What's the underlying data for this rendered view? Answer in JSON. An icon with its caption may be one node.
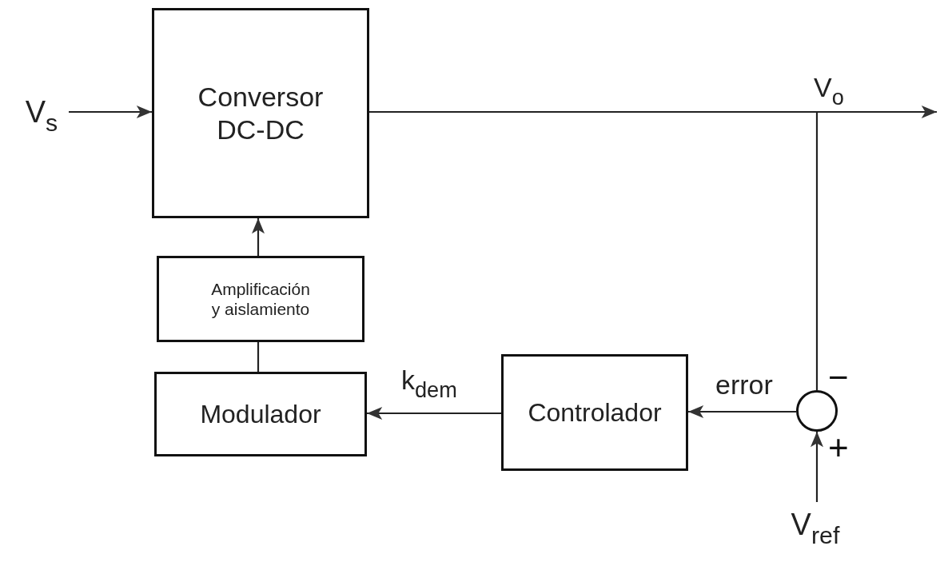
{
  "diagram": {
    "nodes": [
      {
        "text": [
          "V$_{s}$"
        ]
      },
      {
        "text": [
          "Conversor DC-DC"
        ]
      },
      {
        "text": [
          "Amplificación y aislamiento"
        ]
      },
      {
        "text": [
          "Modulador"
        ]
      },
      {
        "text": [
          "Controlador"
        ]
      },
      {
        "text": [],
        "shape": "circle",
        "beside": [
          "−",
          "+"
        ]
      },
      {
        "text": [
          "V$_{ref}$"
        ]
      }
    ],
    "edges": [
      {
        "from": 0,
        "to": 1,
        "arrow": "to"
      },
      {
        "from": 1,
        "to": null,
        "arrow": "to",
        "label": "V$_{o}$"
      },
      {
        "from": 1,
        "to": 5,
        "arrow": "none"
      },
      {
        "from": 6,
        "to": 5,
        "arrow": "to"
      },
      {
        "from": 5,
        "to": 4,
        "arrow": "to",
        "label": "error"
      },
      {
        "from": 4,
        "to": 3,
        "arrow": "to",
        "label": "k$_{dem}$"
      },
      {
        "from": 3,
        "to": 2,
        "arrow": "none"
      },
      {
        "from": 2,
        "to": 1,
        "arrow": "to"
      }
    ]
  }
}
